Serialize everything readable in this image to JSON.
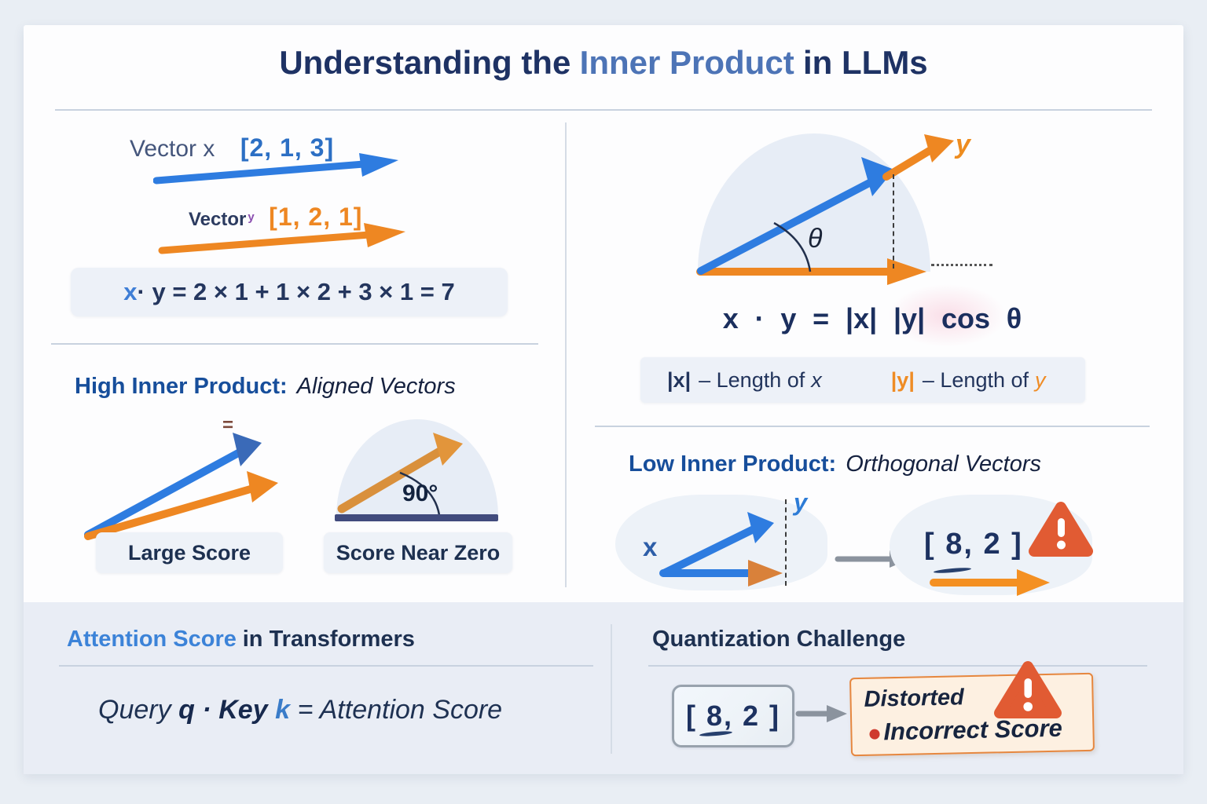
{
  "colors": {
    "background": "#e9eef4",
    "card": "#fdfdfe",
    "title_navy": "#1e3264",
    "title_highlight_blue": "#4d74b6",
    "vector_blue": "#2e7ce0",
    "vector_orange": "#ee8722",
    "heading_blue": "#174e9b",
    "bright_blue": "#3c83d8",
    "warning_orange_red": "#e05a33",
    "purple_mark": "#8b4fb0",
    "panel_box": "#edf1f8",
    "baseline_navy": "#414b7d"
  },
  "header": {
    "title_prefix": "Understanding the",
    "title_highlight": "Inner Product",
    "title_suffix": "in LLMs"
  },
  "top_left": {
    "vector_x": {
      "label": "Vector x",
      "value": "[2, 1, 3]"
    },
    "vector_y": {
      "label": "Vector",
      "label_mark": "y",
      "value": "[1, 2, 1]"
    },
    "dot_formula": {
      "x": "x",
      "rest": " · y = 2 × 1 + 1 × 2 + 3 × 1 = 7"
    },
    "high_heading": {
      "bold": "High Inner Product:",
      "italic": "Aligned Vectors"
    },
    "equals_mark": "=",
    "aligned_caption": "Large Score",
    "angle_label": "90°",
    "near_zero_caption": "Score Near Zero"
  },
  "top_right": {
    "geometry": {
      "y_label": "y",
      "theta": "θ"
    },
    "cos_formula": "x · y = |x|  |y|  cos θ",
    "legend": {
      "x_sym": "|x|",
      "x_text": "– Length of",
      "x_var": "x",
      "y_sym": "|y|",
      "y_text": "– Length of",
      "y_var": "y"
    },
    "low_heading": {
      "bold": "Low Inner Product:",
      "italic": "Orthogonal Vectors"
    },
    "ortho_diagram": {
      "x_label": "x",
      "y_label": "y"
    },
    "quantized_value": "[ 8, 2 ]"
  },
  "bottom_left": {
    "heading": {
      "highlight": "Attention Score",
      "rest": "in Transformers"
    },
    "formula": {
      "query": "Query",
      "q": "q",
      "dot": "·",
      "key": "Key",
      "k": "k",
      "eq": "= Attention Score"
    }
  },
  "bottom_right": {
    "heading": "Quantization Challenge",
    "quantized_value": "[ 8, 2 ]",
    "warning": {
      "line1": "Distorted",
      "line2": "Incorrect Score"
    }
  }
}
